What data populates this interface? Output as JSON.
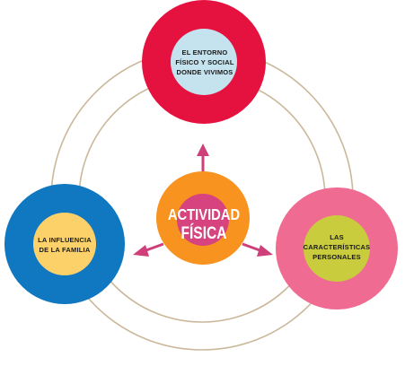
{
  "colors": {
    "ring_lines": "#cbb89a",
    "arrows": "#cf3f7a",
    "top_outer": "#e5123f",
    "top_inner": "#c4e3ee",
    "left_outer": "#0f78c0",
    "left_inner": "#fdd16a",
    "right_outer": "#ef6b92",
    "right_inner": "#c9cc3c",
    "center_outer": "#f7931e",
    "center_inner": "#d6437e"
  },
  "center": {
    "line1": "ACTIVIDAD",
    "line2": "FÍSICA"
  },
  "nodes": {
    "top": {
      "line1": "EL ENTORNO",
      "line2": "FÍSICO Y SOCIAL",
      "line3": "DONDE VIVIMOS"
    },
    "left": {
      "line1": "LA INFLUENCIA",
      "line2": "DE LA FAMILIA"
    },
    "right": {
      "line1": "LAS",
      "line2": "CARACTERÍSTICAS",
      "line3": "PERSONALES"
    }
  }
}
